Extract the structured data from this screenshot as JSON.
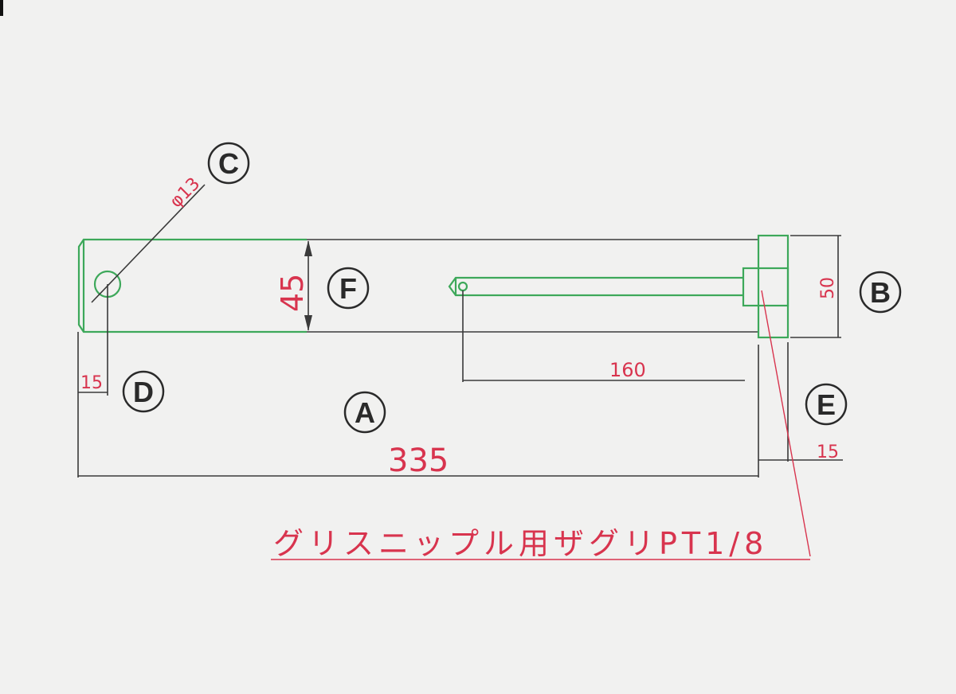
{
  "drawing": {
    "labels": {
      "a": "A",
      "b": "B",
      "c": "C",
      "d": "D",
      "e": "E",
      "f": "F"
    },
    "dimensions": {
      "overall_length": "335",
      "width": "45",
      "hole_diameter": "φ13",
      "hole_offset": "15",
      "block_width": "50",
      "block_thickness": "15",
      "grease_hole_depth": "160"
    },
    "note": "グリスニップル用ザグリPT1/8",
    "colors": {
      "part": "#3da85a",
      "dimension_text": "#d8344e",
      "lines": "#3a3a3a"
    }
  }
}
